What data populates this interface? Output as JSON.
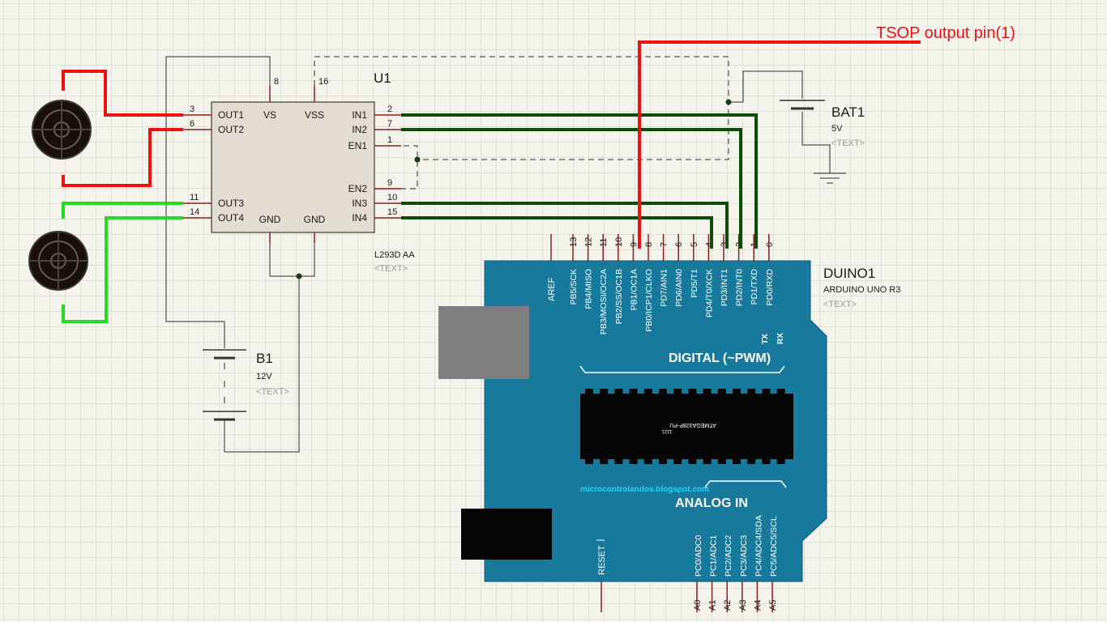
{
  "annotation": {
    "tsop_label": "TSOP output pin(1)"
  },
  "u1": {
    "ref": "U1",
    "part": "L293D AA",
    "text_placeholder": "<TEXT>",
    "pins_left": [
      {
        "num": "3",
        "name": "OUT1"
      },
      {
        "num": "6",
        "name": "OUT2"
      },
      {
        "num": "11",
        "name": "OUT3"
      },
      {
        "num": "14",
        "name": "OUT4"
      }
    ],
    "pins_right": [
      {
        "num": "2",
        "name": "IN1"
      },
      {
        "num": "7",
        "name": "IN2"
      },
      {
        "num": "1",
        "name": "EN1"
      },
      {
        "num": "9",
        "name": "EN2"
      },
      {
        "num": "10",
        "name": "IN3"
      },
      {
        "num": "15",
        "name": "IN4"
      }
    ],
    "pins_top": [
      {
        "num": "8",
        "name": "VS"
      },
      {
        "num": "16",
        "name": "VSS"
      }
    ],
    "pins_bottom": [
      {
        "name": "GND"
      },
      {
        "name": "GND"
      }
    ]
  },
  "bat1": {
    "ref": "BAT1",
    "value": "5V",
    "text_placeholder": "<TEXT>"
  },
  "b1": {
    "ref": "B1",
    "value": "12V",
    "text_placeholder": "<TEXT>"
  },
  "duino": {
    "ref": "DUINO1",
    "part": "ARDUINO UNO R3",
    "text_placeholder": "<TEXT>",
    "digital_pin_numbers": [
      "13",
      "12",
      "11",
      "10",
      "9",
      "8",
      "7",
      "6",
      "5",
      "4",
      "3",
      "2",
      "1",
      "0"
    ],
    "aref_label": "AREF",
    "digital_labels": [
      "PB5/SCK",
      "PB4/MISO",
      "PB3/MOSI/OC2A",
      "PB2/SS/OC1B",
      "PB1/OC1A",
      "PB0/ICP1/CLKO",
      "PD7/AIN1",
      "PD6/AIN0",
      "PD5/T1",
      "PD4/T0/XCK",
      "PD3/INT1",
      "PD2/INT0",
      "PD1/TXD",
      "PD0/RXD"
    ],
    "tx_label": "TX",
    "rx_label": "RX",
    "digital_header": "DIGITAL (~PWM)",
    "chip_text": "ATMEGA328P-PU",
    "chip_subtext": "1121",
    "blog": "microcontrolandos.blogspot.com",
    "analog_header": "ANALOG IN",
    "reset_label": "RESET",
    "analog_labels": [
      "PC0/ADC0",
      "PC1/ADC1",
      "PC2/ADC2",
      "PC3/ADC3",
      "PC4/ADC4/SDA",
      "PC5/ADC5/SCL"
    ],
    "analog_pin_numbers": [
      "A0",
      "A1",
      "A2",
      "A3",
      "A4",
      "A5"
    ]
  },
  "colors": {
    "red_wire": "#ee1111",
    "green_wire": "#22dd22",
    "dark_green_wire": "#0b4d0b",
    "board": "#17799c",
    "annotation": "#ee1111"
  }
}
